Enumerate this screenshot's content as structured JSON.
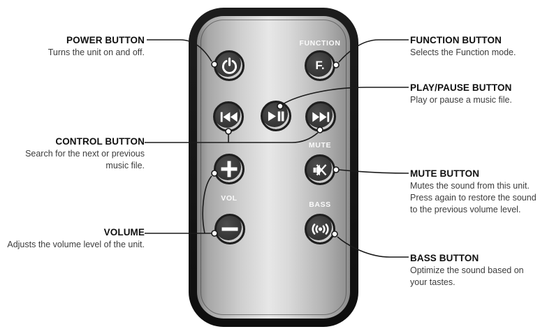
{
  "figure_title": "Remote control button diagram",
  "callouts": {
    "power": {
      "title": "POWER BUTTON",
      "desc": "Turns the unit on and off."
    },
    "control": {
      "title": "CONTROL BUTTON",
      "desc": "Search for the next or previous\nmusic file."
    },
    "volume": {
      "title": "VOLUME",
      "desc": "Adjusts the volume level of the unit."
    },
    "function": {
      "title": "FUNCTION BUTTON",
      "desc": "Selects the Function mode."
    },
    "play_pause": {
      "title": "PLAY/PAUSE BUTTON",
      "desc": "Play or pause a music file."
    },
    "mute": {
      "title": "MUTE BUTTON",
      "desc": "Mutes the sound from this unit.\nPress again to restore the sound\nto the previous volume level."
    },
    "bass": {
      "title": "BASS BUTTON",
      "desc": "Optimize the sound based on\nyour tastes."
    }
  },
  "remote": {
    "labels": {
      "function": "FUNCTION",
      "mute": "MUTE",
      "vol": "VOL",
      "bass": "BASS"
    },
    "function_key_text": "F.",
    "buttons": [
      {
        "name": "power-button",
        "icon": "power-icon"
      },
      {
        "name": "function-button",
        "icon": "letter-f-text"
      },
      {
        "name": "previous-button",
        "icon": "skip-back-icon"
      },
      {
        "name": "play-pause-button",
        "icon": "play-pause-icon"
      },
      {
        "name": "next-button",
        "icon": "skip-forward-icon"
      },
      {
        "name": "volume-up-button",
        "icon": "plus-icon"
      },
      {
        "name": "mute-button",
        "icon": "mute-speaker-icon"
      },
      {
        "name": "volume-down-button",
        "icon": "minus-icon"
      },
      {
        "name": "bass-button",
        "icon": "sound-waves-icon"
      }
    ]
  },
  "colors": {
    "page_background": "#ffffff",
    "remote_body": "#141414",
    "panel_light": "#e7e7e7",
    "panel_dark": "#7f7f7f",
    "key_fill": "#383838",
    "key_highlight": "#cdcdcd",
    "key_glyph": "#ffffff",
    "heading_text": "#101010",
    "description_text": "#3c3c3c",
    "leader_line": "#1a1a1a"
  }
}
